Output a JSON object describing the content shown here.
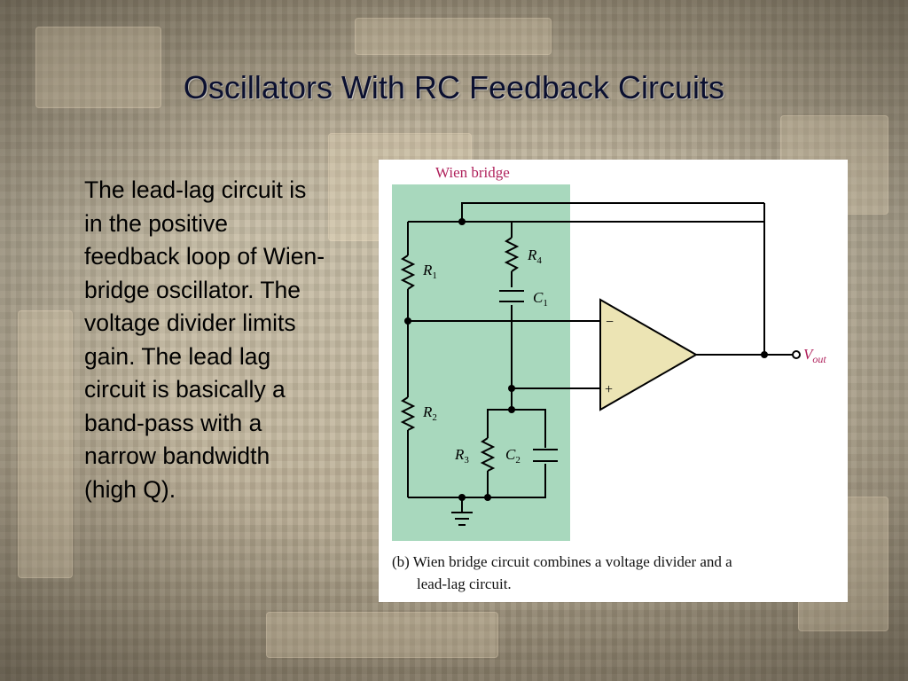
{
  "slide": {
    "title": "Oscillators With RC Feedback Circuits",
    "body": "The lead-lag circuit is in the positive feedback loop of Wien-bridge oscillator. The voltage divider limits gain. The lead lag circuit is basically a band-pass with a narrow bandwidth (high Q)."
  },
  "figure": {
    "header": "Wien bridge",
    "colors": {
      "bridge_fill": "#a8d8bd",
      "opamp_fill": "#ece4b4",
      "header_text": "#b0225c",
      "vout_text": "#b0225c"
    },
    "labels": {
      "r1": "R",
      "r1_sub": "1",
      "r2": "R",
      "r2_sub": "2",
      "r3": "R",
      "r3_sub": "3",
      "r4": "R",
      "r4_sub": "4",
      "c1": "C",
      "c1_sub": "1",
      "c2": "C",
      "c2_sub": "2",
      "minus": "−",
      "plus": "+",
      "vout": "V",
      "vout_sub": "out"
    },
    "caption_line1": "(b) Wien bridge circuit combines a voltage divider and a",
    "caption_line2": "lead-lag circuit."
  }
}
